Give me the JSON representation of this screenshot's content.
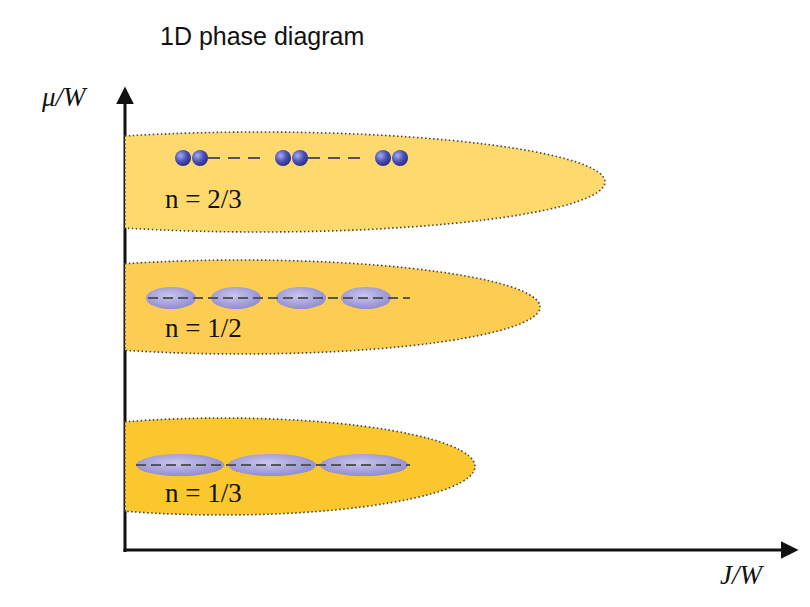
{
  "diagram": {
    "title": "1D phase diagram",
    "nodes": [
      {
        "text": [
          "n = 2/3"
        ]
      },
      {
        "text": [
          "n = 1/2"
        ]
      },
      {
        "text": [
          "n = 1/3"
        ]
      }
    ],
    "labels": [
      "μ/W",
      "J/W"
    ]
  }
}
